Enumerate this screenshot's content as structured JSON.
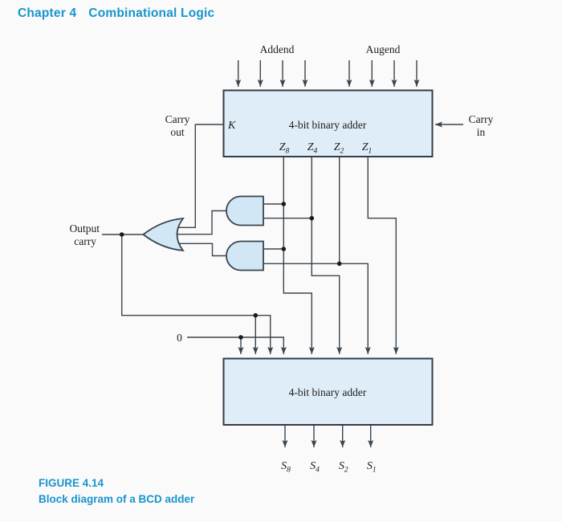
{
  "header": {
    "chapter": "Chapter 4",
    "title": "Combinational Logic"
  },
  "caption": {
    "label": "FIGURE 4.14",
    "text": "Block diagram of a BCD adder"
  },
  "colors": {
    "accent": "#1894cc",
    "box_fill": "#dfedf8",
    "gate_fill": "#d2e7f5",
    "line": "#3a444d",
    "text": "#1c1c1c",
    "background": "#fafafa"
  },
  "diagram": {
    "addend_label": "Addend",
    "augend_label": "Augend",
    "carry_out": {
      "line1": "Carry",
      "line2": "out"
    },
    "carry_in": {
      "line1": "Carry",
      "line2": "in"
    },
    "output_carry": {
      "line1": "Output",
      "line2": "carry"
    },
    "zero_label": "0",
    "top_adder": {
      "k_label": "K",
      "label": "4-bit binary adder"
    },
    "bottom_adder": {
      "label": "4-bit binary adder"
    },
    "z_labels": [
      {
        "m": "Z",
        "s": "8"
      },
      {
        "m": "Z",
        "s": "4"
      },
      {
        "m": "Z",
        "s": "2"
      },
      {
        "m": "Z",
        "s": "1"
      }
    ],
    "s_labels": [
      {
        "m": "S",
        "s": "8"
      },
      {
        "m": "S",
        "s": "4"
      },
      {
        "m": "S",
        "s": "2"
      },
      {
        "m": "S",
        "s": "1"
      }
    ]
  }
}
